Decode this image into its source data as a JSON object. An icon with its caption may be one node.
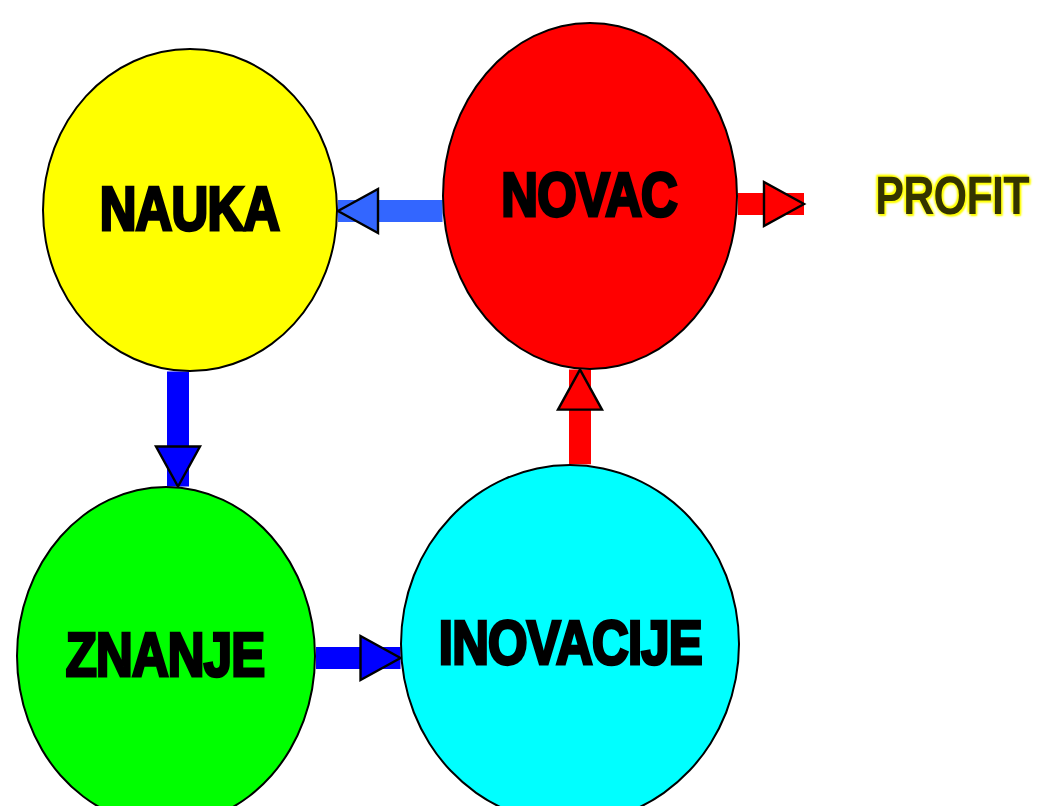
{
  "diagram": {
    "nodes": [
      {
        "text": [
          "NAUKA"
        ]
      },
      {
        "text": [
          "NOVAC"
        ]
      },
      {
        "text": [
          "ZNANJE"
        ]
      },
      {
        "text": [
          "INOVACIJE"
        ]
      },
      {
        "text": [
          "PROFIT"
        ]
      }
    ],
    "edges": [
      {
        "from": 1,
        "to": 0,
        "arrow": "to",
        "color": "#3366ff"
      },
      {
        "from": 0,
        "to": 2,
        "arrow": "to"
      },
      {
        "from": 2,
        "to": 3,
        "arrow": "to"
      },
      {
        "from": 3,
        "to": 1,
        "arrow": "to",
        "color": "#ff0000"
      },
      {
        "from": 1,
        "to": 4,
        "arrow": "to",
        "color": "#ff0000"
      }
    ]
  }
}
